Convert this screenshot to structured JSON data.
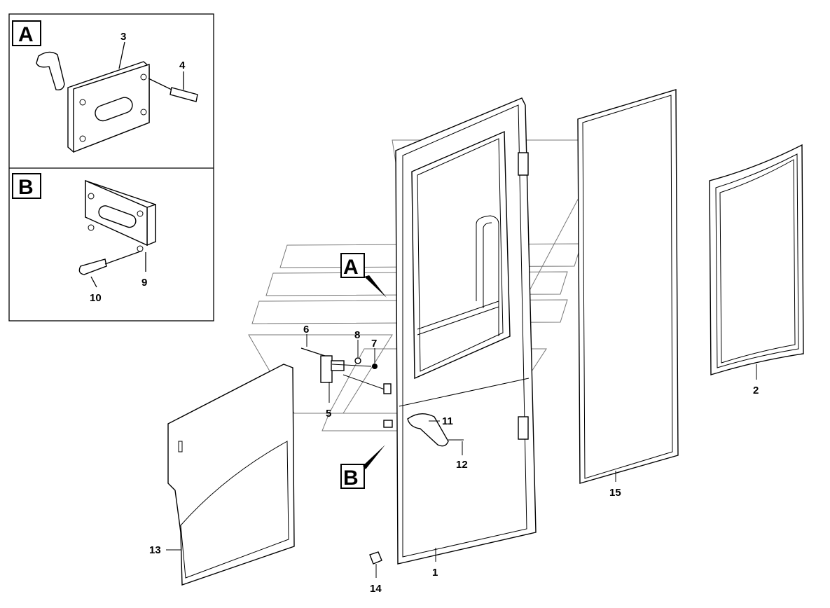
{
  "insets": {
    "A": {
      "letter": "A",
      "callouts": [
        "3",
        "4"
      ]
    },
    "B": {
      "letter": "B",
      "callouts": [
        "10",
        "9"
      ]
    }
  },
  "view_markers": {
    "A": "A",
    "B": "B"
  },
  "callouts": {
    "c1": "1",
    "c2": "2",
    "c3": "3",
    "c4": "4",
    "c5": "5",
    "c6": "6",
    "c7": "7",
    "c8": "8",
    "c9": "9",
    "c10": "10",
    "c11": "11",
    "c12": "12",
    "c13": "13",
    "c14": "14",
    "c15": "15"
  }
}
